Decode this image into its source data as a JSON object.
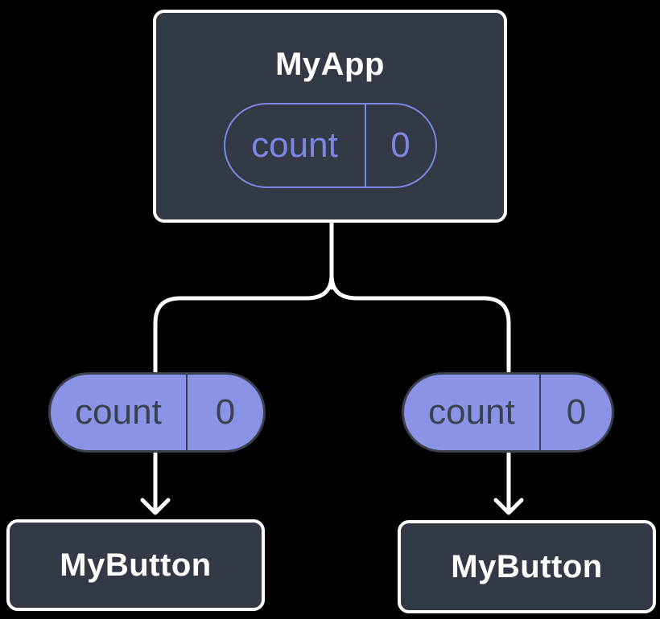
{
  "diagram": {
    "description": "Component tree sharing state diagram",
    "root_node": {
      "label": "MyApp",
      "state_pill": {
        "name": "count",
        "value": "0"
      }
    },
    "prop_pills": [
      {
        "name": "count",
        "value": "0"
      },
      {
        "name": "count",
        "value": "0"
      }
    ],
    "child_nodes": [
      {
        "label": "MyButton"
      },
      {
        "label": "MyButton"
      }
    ],
    "colors": {
      "background": "#000000",
      "node_fill": "#333a46",
      "node_border": "#ffffff",
      "node_text": "#ffffff",
      "accent": "#7d86e2",
      "pill_fill": "#8b93e6",
      "pill_dark_text": "#39404e",
      "connector": "#ffffff"
    }
  }
}
